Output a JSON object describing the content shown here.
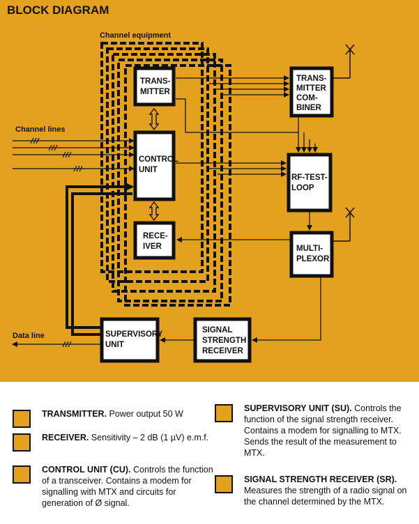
{
  "title": "BLOCK DIAGRAM",
  "labels": {
    "channel_equipment": "Channel equipment",
    "channel_lines": "Channel lines",
    "data_line": "Data line"
  },
  "blocks": {
    "transmitter": [
      "TRANS-",
      "MITTER"
    ],
    "control_unit": [
      "CONTROL",
      "UNIT"
    ],
    "receiver": [
      "RECE-",
      "IVER"
    ],
    "combiner": [
      "TRANS-",
      "MITTER",
      "COM-",
      "BINER"
    ],
    "rf_test_loop": [
      "RF-TEST-",
      "LOOP"
    ],
    "multiplexor": [
      "MULTI-",
      "PLEXOR"
    ],
    "supervisory": [
      "SUPERVISORY",
      "UNIT"
    ],
    "ssr": [
      "SIGNAL",
      "STRENGTH",
      "RECEIVER"
    ]
  },
  "legend": {
    "transmitter": {
      "term": "TRANSMITTER.",
      "text": " Power output 50 W"
    },
    "receiver": {
      "term": "RECEIVER.",
      "text": " Sensitivity – 2 dB (1 µV) e.m.f."
    },
    "control_unit": {
      "term": "CONTROL UNIT (CU).",
      "text": " Controls the function of a transceiver. Contains a modem for signalling with MTX and circuits for generation of Ø signal."
    },
    "supervisory": {
      "term": "SUPERVISORY UNIT (SU).",
      "text": " Controls the function of the signal strength receiver. Contains a modem for signalling to MTX. Sends the result of the measurement to MTX."
    },
    "ssr": {
      "term": "SIGNAL STRENGTH RECEIVER (SR).",
      "text": " Measures the strength of a radio signal on the channel determined by the MTX."
    }
  },
  "colors": {
    "panel": "#e3a11d",
    "ink": "#111111",
    "block_fill": "#ffffff"
  }
}
